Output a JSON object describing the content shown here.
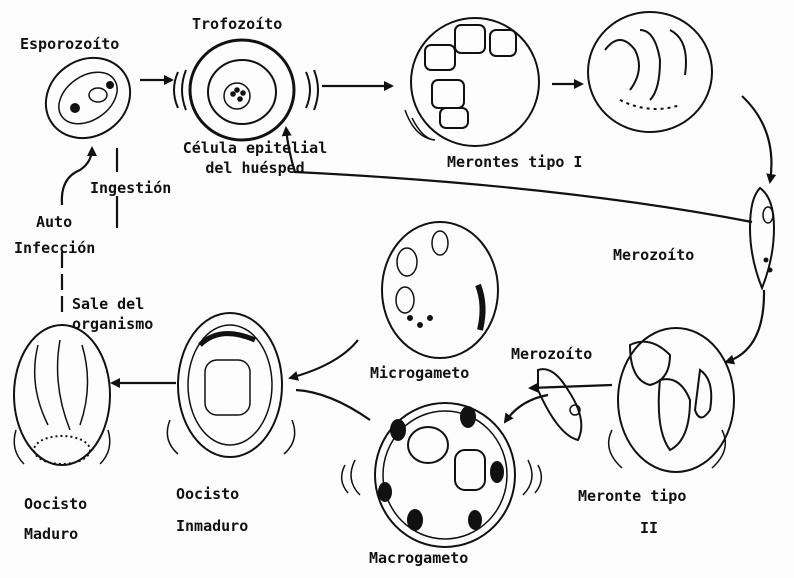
{
  "diagram": {
    "stages": {
      "esporozoito": "Esporozoíto",
      "trofozoito": "Trofozoíto",
      "celula_line1": "Célula epitelial",
      "celula_line2": "del huésped",
      "merontes_tipo_i": "Merontes tipo I",
      "merozoito_upper": "Merozoíto",
      "meronte_tipo_ii_line1": "Meronte tipo",
      "meronte_tipo_ii_line2": "II",
      "merozoito_lower": "Merozoíto",
      "microgameto": "Microgameto",
      "macrogameto": "Macrogameto",
      "oocisto_inmaduro_line1": "Oocisto",
      "oocisto_inmaduro_line2": "Inmaduro",
      "oocisto_maduro_line1": "Oocisto",
      "oocisto_maduro_line2": "Maduro"
    },
    "process_labels": {
      "ingestion": "Ingestión",
      "auto_line1": "Auto",
      "auto_line2": "Infección",
      "sale_line1": "Sale del",
      "sale_line2": "organismo"
    },
    "colors": {
      "ink": "#111111",
      "paper": "#fdfdfd"
    }
  }
}
